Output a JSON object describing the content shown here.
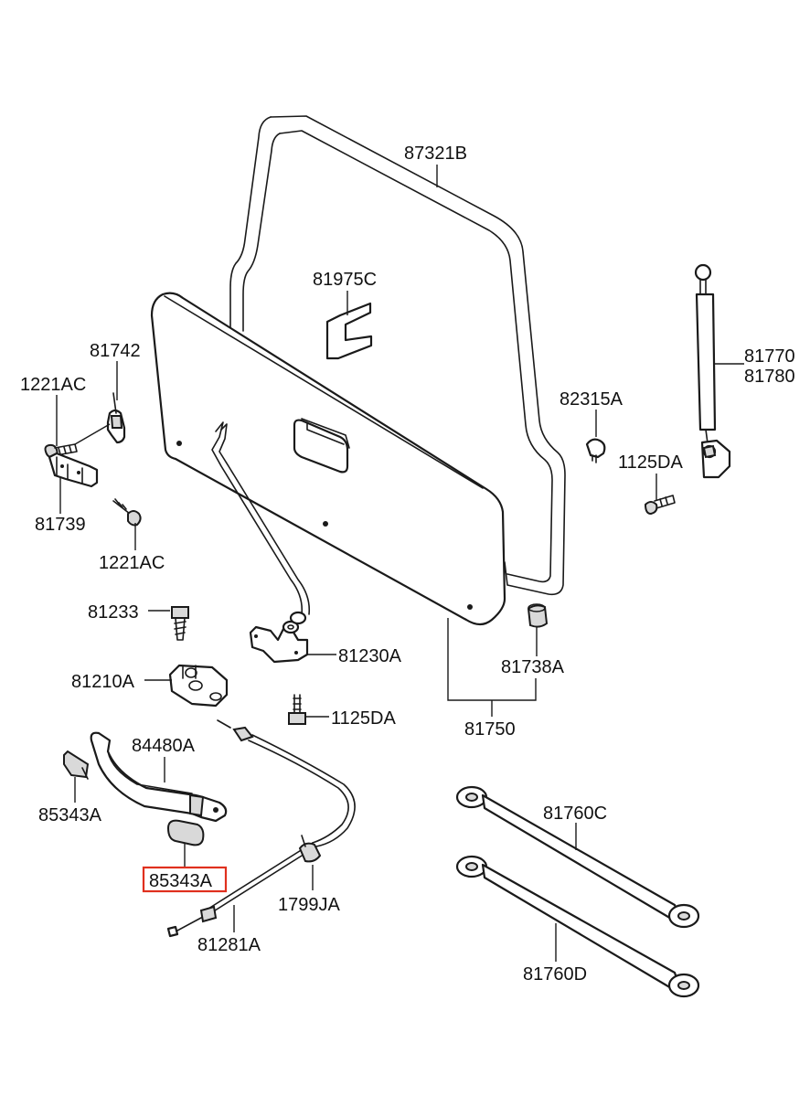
{
  "labels": {
    "p87321B": "87321B",
    "p81975C": "81975C",
    "p81742": "81742",
    "p1221AC_a": "1221AC",
    "p81770": "81770",
    "p81780": "81780",
    "p82315A": "82315A",
    "p1125DA_a": "1125DA",
    "p81739": "81739",
    "p1221AC_b": "1221AC",
    "p81233": "81233",
    "p81230A": "81230A",
    "p81210A": "81210A",
    "p81738A": "81738A",
    "p1125DA_b": "1125DA",
    "p81750": "81750",
    "p84480A": "84480A",
    "p85343A_a": "85343A",
    "p85343A_b": "85343A",
    "p81760C": "81760C",
    "p1799JA": "1799JA",
    "p81281A": "81281A",
    "p81760D": "81760D"
  },
  "highlight": {
    "part": "85343A",
    "color": "#e0301e"
  }
}
